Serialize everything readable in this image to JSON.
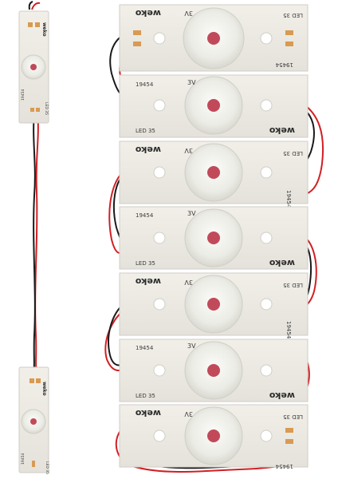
{
  "photo": {
    "strip_brand": "weko",
    "strip_part": "19454",
    "strip_model": "LED 35",
    "strip_voltage": "3V",
    "colors": {
      "background": "#ffffff",
      "board": "#eceae3",
      "lens": "#f3f3ef",
      "led": "#c14a5a",
      "wire_red": "#d11f24",
      "wire_black": "#1a1a1a",
      "pad": "#d99a52"
    }
  }
}
